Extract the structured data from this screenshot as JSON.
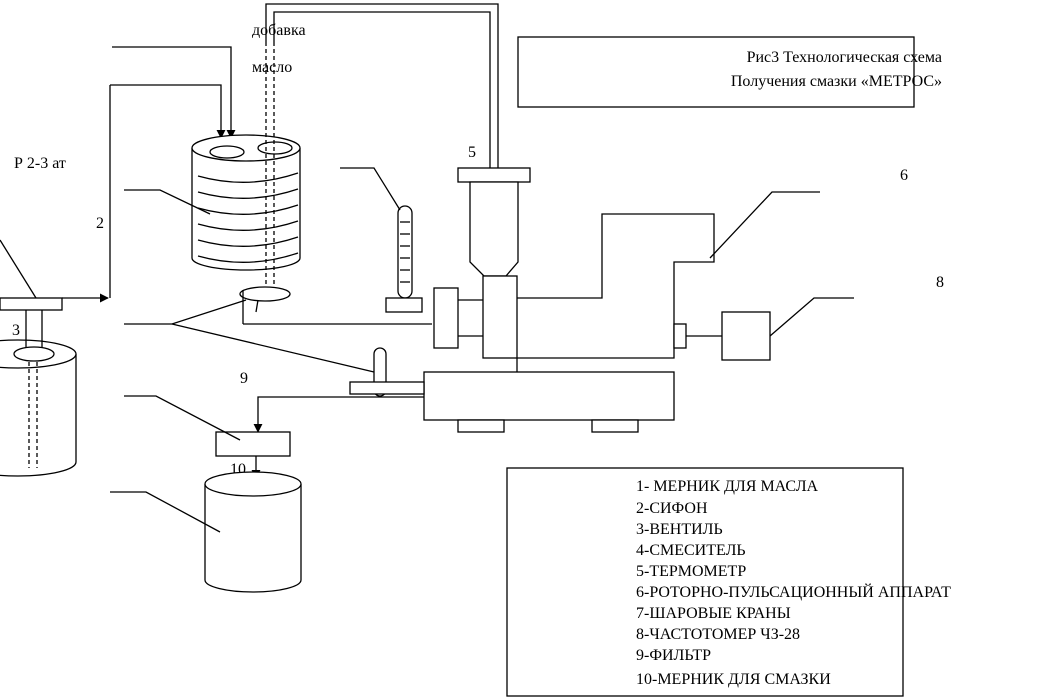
{
  "labels": {
    "additive": "добавка",
    "oil": "масло",
    "pressure": "Р  2-3 ат",
    "num2": "2",
    "num3": "3",
    "num5": "5",
    "num6": "6",
    "num8": "8",
    "num9": "9",
    "num10": "10"
  },
  "title": {
    "line1": "Рис3  Технологическая    схема",
    "line2": "Получения смазки  «МЕТРОС»"
  },
  "legend": {
    "items": [
      "1- МЕРНИК ДЛЯ МАСЛА",
      "2-СИФОН",
      "3-ВЕНТИЛЬ",
      "4-СМЕСИТЕЛЬ",
      "5-ТЕРМОМЕТР",
      "6-РОТОРНО-ПУЛЬСАЦИОННЫЙ АППАРАТ",
      "7-ШАРОВЫЕ КРАНЫ",
      "8-ЧАСТОТОМЕР  ЧЗ-28",
      "9-ФИЛЬТР",
      "10-МЕРНИК ДЛЯ СМАЗКИ"
    ]
  }
}
